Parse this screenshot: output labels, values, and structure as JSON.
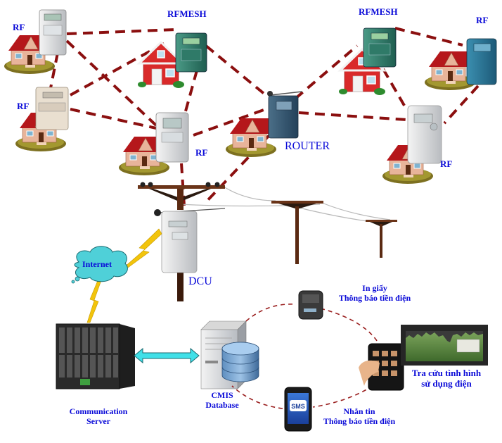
{
  "title": "Smart metering system diagram (RF Mesh AMI)",
  "labels": {
    "rf_top_left": "RF",
    "rf_mid_left": "RF",
    "rf_center": "RF",
    "rf_top_right": "RF",
    "rf_bottom_right": "RF",
    "rfmesh_left": "RFMESH",
    "rfmesh_right": "RFMESH",
    "router": "ROUTER",
    "dcu": "DCU",
    "internet": "Internet",
    "comm_server_line1": "Communication",
    "comm_server_line2": "Server",
    "cmis_line1": "CMIS",
    "cmis_line2": "Database",
    "print_line1": "In giấy",
    "print_line2": "Thông báo tiền điện",
    "tablet_line1": "Tra cứu tình hình",
    "tablet_line2": "sử dụng điện",
    "sms_line1": "Nhắn tin",
    "sms_line2": "Thông báo tiền điện",
    "sms_icon_text": "SMS"
  },
  "colors": {
    "label_text": "#0a0ad8",
    "mesh_link": "#8b0f0f",
    "house_roof": "#b5171b",
    "house_wall": "#e8b49a",
    "pole": "#5a2a12",
    "arrow": "#40e0e8",
    "lightning": "#f2c40c",
    "cloud": "#4fd0d8"
  }
}
